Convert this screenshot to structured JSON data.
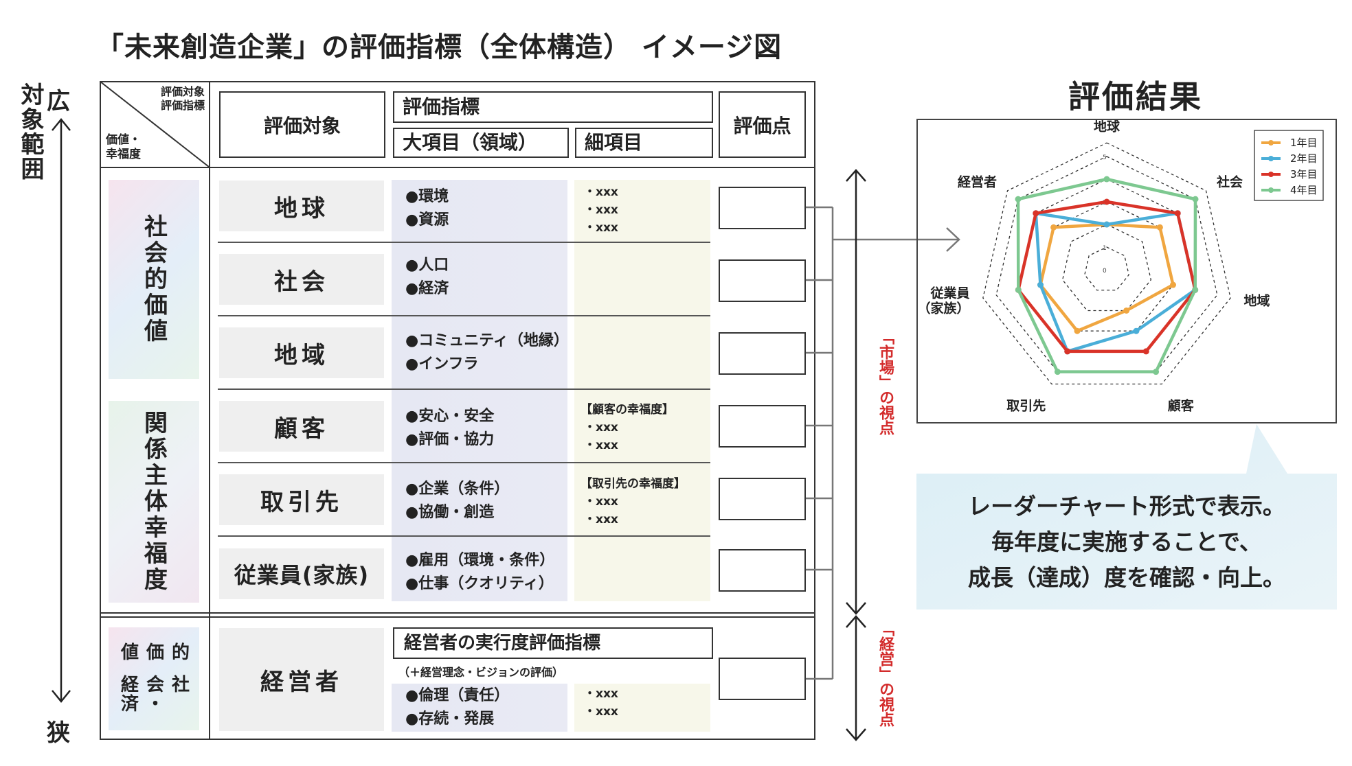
{
  "title": "「未来創造企業」の評価指標（全体構造） イメージ図",
  "scope": {
    "label": "対象範囲",
    "top": "広",
    "bottom": "狭"
  },
  "header": {
    "diag_top": "評価対象\n評価指標",
    "diag_top1": "評価対象",
    "diag_top2": "評価指標",
    "diag_bottom1": "価値・",
    "diag_bottom2": "幸福度",
    "target": "評価対象",
    "indicator": "評価指標",
    "major": "大項目（領域）",
    "minor": "細項目",
    "score": "評価点"
  },
  "side_groups": {
    "social": "社会的価値",
    "stakeholder": "関係主体幸福度",
    "econ_col1": "社会・経済",
    "econ_col2": "的価値"
  },
  "rows": [
    {
      "target": "地球",
      "bullets": [
        "●環境",
        "●資源"
      ],
      "detail_title": "",
      "details": [
        "・xxx",
        "・xxx",
        "・xxx"
      ]
    },
    {
      "target": "社会",
      "bullets": [
        "●人口",
        "●経済"
      ],
      "detail_title": "",
      "details": []
    },
    {
      "target": "地域",
      "bullets": [
        "●コミュニティ（地縁）",
        "●インフラ"
      ],
      "detail_title": "",
      "details": []
    },
    {
      "target": "顧客",
      "bullets": [
        "●安心・安全",
        "●評価・協力"
      ],
      "detail_title": "【顧客の幸福度】",
      "details": [
        "・xxx",
        "・xxx"
      ]
    },
    {
      "target": "取引先",
      "bullets": [
        "●企業（条件）",
        "●協働・創造"
      ],
      "detail_title": "【取引先の幸福度】",
      "details": [
        "・xxx",
        "・xxx"
      ]
    },
    {
      "target": "従業員(家族)",
      "bullets": [
        "●雇用（環境・条件）",
        "●仕事（クオリティ）"
      ],
      "detail_title": "",
      "details": []
    }
  ],
  "mgmt": {
    "target": "経営者",
    "indicator": "経営者の実行度評価指標",
    "note": "（＋経営理念・ビジョンの評価）",
    "bullets": [
      "●倫理（責任）",
      "●存続・発展"
    ],
    "details": [
      "・xxx",
      "・xxx"
    ]
  },
  "perspectives": {
    "market": "「市場」の視点",
    "mgmt": "「経営」の視点"
  },
  "result": {
    "title": "評価結果"
  },
  "callout": {
    "line1": "レーダーチャート形式で表示。",
    "line2": "毎年度に実施することで、",
    "line3": "成長（達成）度を確認・向上。"
  },
  "chart_data": {
    "type": "radar",
    "categories": [
      "地球",
      "社会",
      "地域",
      "顧客",
      "取引先",
      "従業員\n（家族）",
      "経営者"
    ],
    "category_lines": [
      [
        "地球"
      ],
      [
        "社会"
      ],
      [
        "地域"
      ],
      [
        "顧客"
      ],
      [
        "取引先"
      ],
      [
        "従業員",
        "（家族）"
      ],
      [
        "経営者"
      ]
    ],
    "scale_labels": [
      "0",
      "1",
      "2",
      "3",
      "4",
      "5"
    ],
    "range": [
      0,
      5
    ],
    "series": [
      {
        "name": "1年目",
        "color": "#f0a640",
        "values": [
          2,
          3,
          3,
          2,
          3,
          3,
          3
        ]
      },
      {
        "name": "2年目",
        "color": "#4aaed8",
        "values": [
          2,
          4,
          4,
          3,
          4,
          3,
          4
        ]
      },
      {
        "name": "3年目",
        "color": "#d93328",
        "values": [
          3,
          4,
          4,
          4,
          4,
          4,
          4
        ]
      },
      {
        "name": "4年目",
        "color": "#7dc890",
        "values": [
          4,
          5,
          4,
          5,
          5,
          4,
          5
        ]
      }
    ],
    "legend_position": "top-right"
  }
}
